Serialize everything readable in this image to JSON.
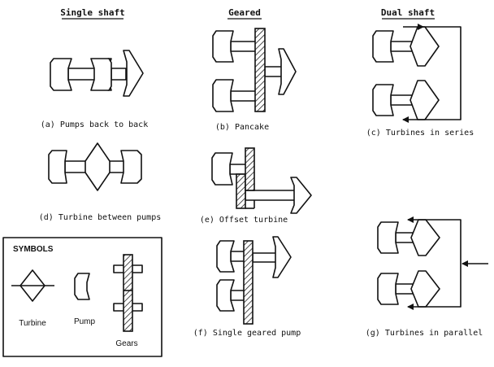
{
  "headers": {
    "single_shaft": "Single shaft",
    "geared": "Geared",
    "dual_shaft": "Dual shaft"
  },
  "captions": {
    "a": "(a) Pumps back to back",
    "b": "(b) Pancake",
    "c": "(c) Turbines in series",
    "d": "(d) Turbine between pumps",
    "e": "(e) Offset turbine",
    "f": "(f) Single geared pump",
    "g": "(g) Turbines in parallel"
  },
  "legend": {
    "title": "SYMBOLS",
    "turbine": "Turbine",
    "pump": "Pump",
    "gears": "Gears"
  }
}
